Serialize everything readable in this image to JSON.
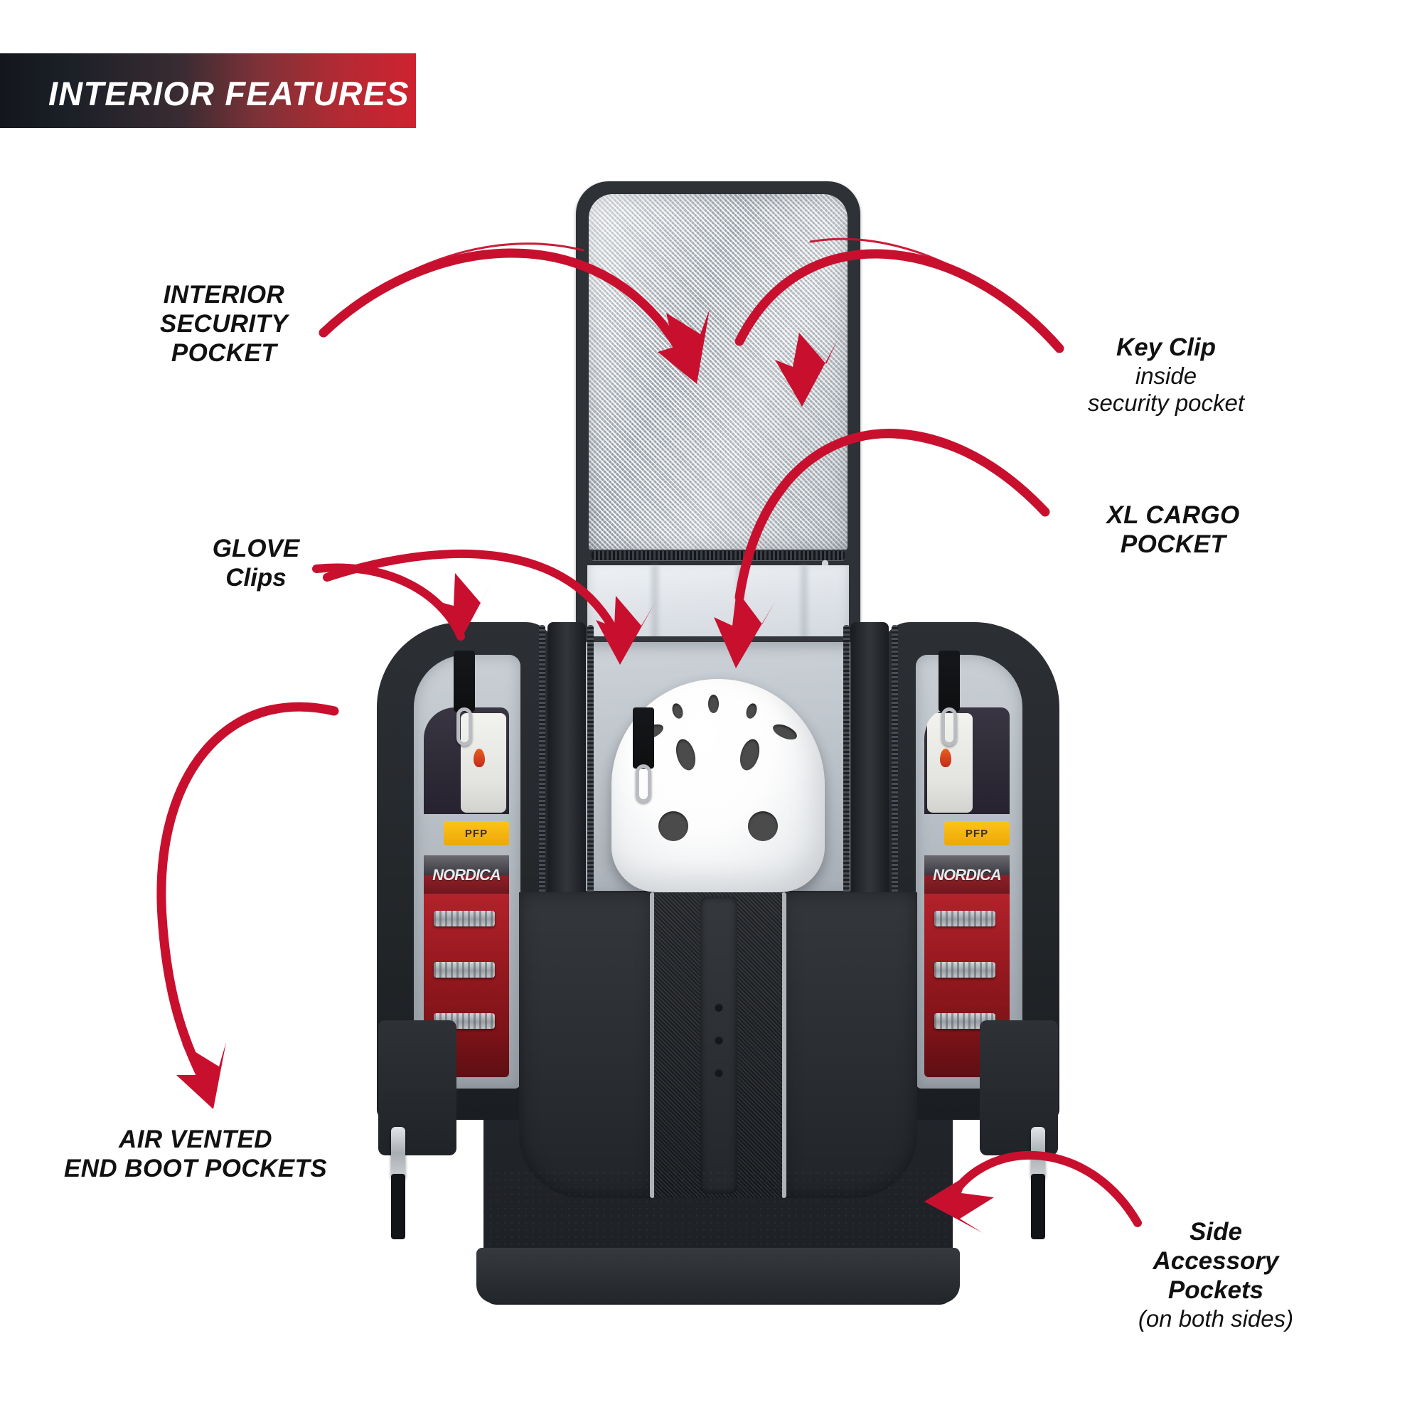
{
  "banner": {
    "title": "INTERIOR FEATURES",
    "gradient_from": "#14161c",
    "gradient_to": "#cf2230"
  },
  "accent_color": "#c8102e",
  "callouts": [
    {
      "id": "interior-security-pocket",
      "title": "INTERIOR\nSECURITY\nPOCKET",
      "subtitle": "",
      "style": "caps"
    },
    {
      "id": "key-clip",
      "title": "Key Clip",
      "subtitle": "inside\nsecurity pocket",
      "style": "mixed"
    },
    {
      "id": "xl-cargo-pocket",
      "title": "XL CARGO\nPOCKET",
      "subtitle": "",
      "style": "caps"
    },
    {
      "id": "glove-clips",
      "title": "GLOVE\nClips",
      "subtitle": "",
      "style": "mixed"
    },
    {
      "id": "air-vented-end-boot-pockets",
      "title": "AIR VENTED\nEND BOOT POCKETS",
      "subtitle": "",
      "style": "caps"
    },
    {
      "id": "side-accessory-pockets",
      "title": "Side\nAccessory\nPockets",
      "subtitle": "(on both sides)",
      "style": "mixed"
    }
  ],
  "product": {
    "name": "ski-boot-bag-backpack",
    "contents": {
      "helmet": {
        "color": "#ffffff",
        "vent_count": 9
      },
      "boots": {
        "brand": "NORDICA",
        "liner_tag": "PFP",
        "shell_color": "#96191f",
        "count": 2
      }
    },
    "hardware": {
      "glove_clip_count": 3,
      "zipper_pull_count": 2
    }
  }
}
